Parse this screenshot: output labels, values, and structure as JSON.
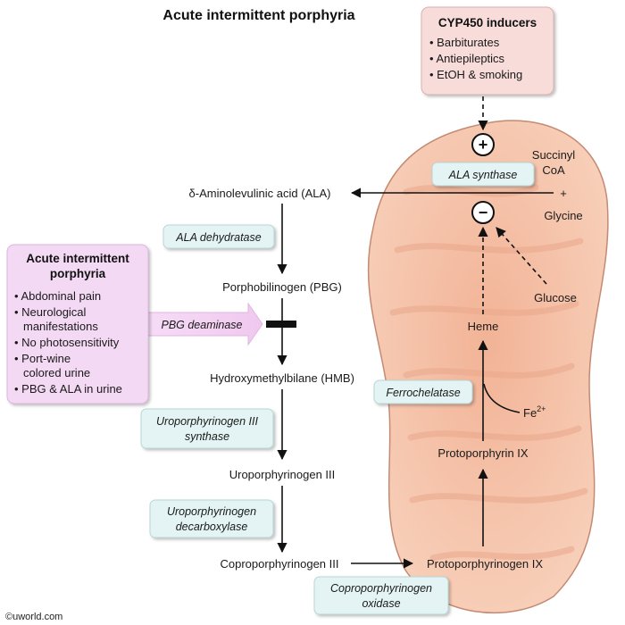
{
  "title": "Acute intermittent porphyria",
  "inducers": {
    "title": "CYP450 inducers",
    "items": [
      "• Barbiturates",
      "• Antiepileptics",
      "• EtOH & smoking"
    ]
  },
  "symptoms": {
    "title_line1": "Acute intermittent",
    "title_line2": "porphyria",
    "items": [
      "• Abdominal pain",
      "• Neurological",
      "manifestations",
      "• No photosensitivity",
      "• Port-wine",
      "colored urine",
      "• PBG & ALA in urine"
    ]
  },
  "metabolites": {
    "ala": "δ-Aminolevulinic acid (ALA)",
    "pbg": "Porphobilinogen (PBG)",
    "hmb": "Hydroxymethylbilane (HMB)",
    "uro": "Uroporphyrinogen III",
    "copro": "Coproporphyrinogen III",
    "protogen": "Protoporphyrinogen IX",
    "protoix": "Protoporphyrin IX",
    "heme": "Heme",
    "succinyl_line1": "Succinyl",
    "succinyl_line2": "CoA",
    "plus": "+",
    "glycine": "Glycine",
    "glucose": "Glucose",
    "fe": "Fe",
    "fe_sup": "2+"
  },
  "enzymes": {
    "ala_synthase": "ALA synthase",
    "ala_dehydratase": "ALA dehydratase",
    "pbg_deaminase": "PBG deaminase",
    "uro_synthase_line1": "Uroporphyrinogen III",
    "uro_synthase_line2": "synthase",
    "uro_decarb_line1": "Uroporphyrinogen",
    "uro_decarb_line2": "decarboxylase",
    "copro_oxidase_line1": "Coproporphyrinogen",
    "copro_oxidase_line2": "oxidase",
    "ferrochelatase": "Ferrochelatase"
  },
  "signs": {
    "stimulate": "+",
    "inhibit": "−"
  },
  "copyright": "©uworld.com",
  "colors": {
    "mito_fill": "#f6c7ac",
    "mito_stroke": "#c48a73",
    "inducer_box": "#f7dcda",
    "symptom_box": "#f4d9f4",
    "enzyme_box": "#e4f4f4",
    "arrow": "#111111"
  }
}
